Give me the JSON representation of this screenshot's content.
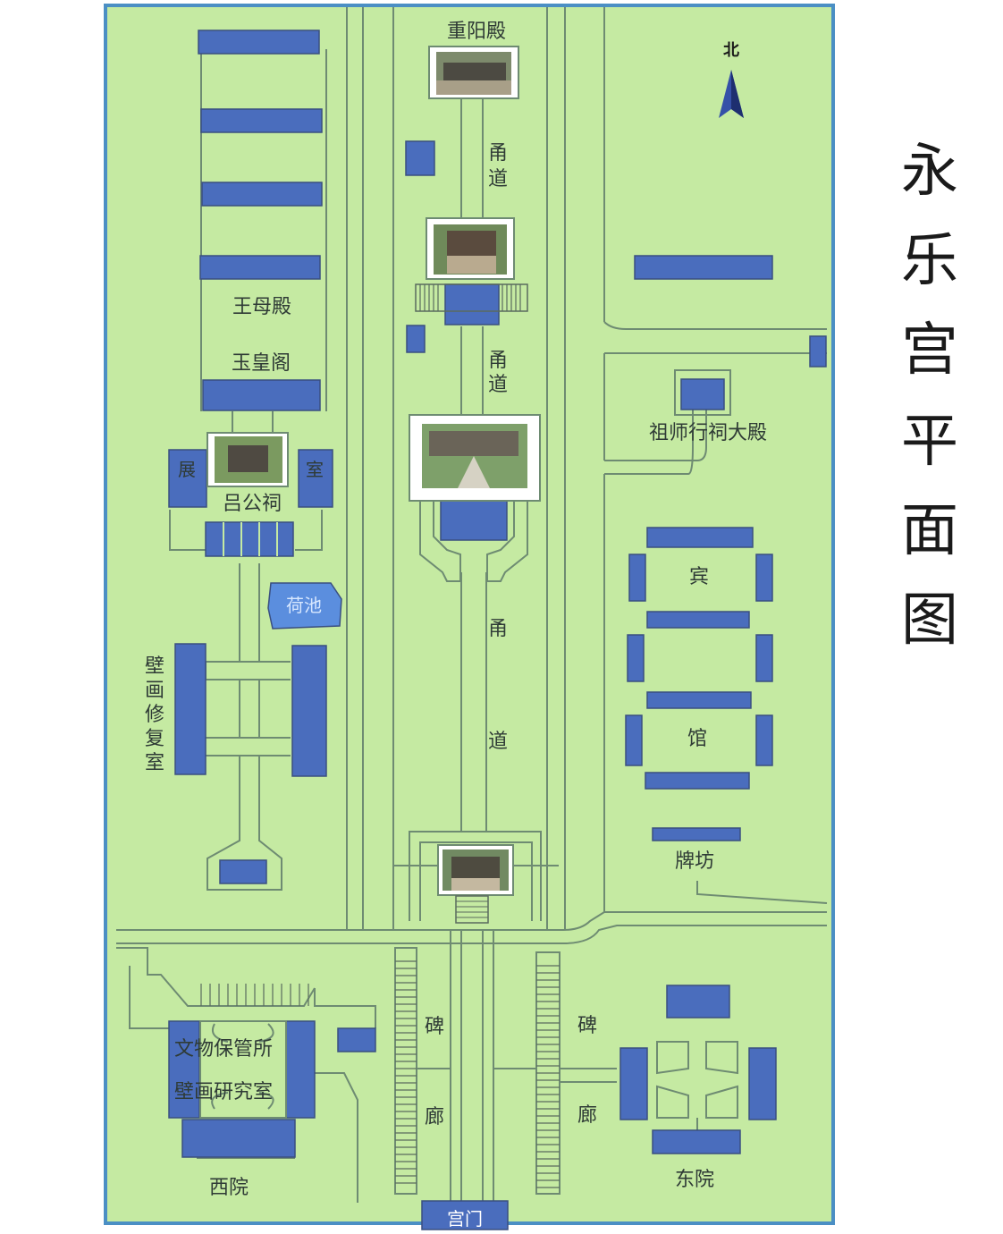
{
  "title": [
    "永",
    "乐",
    "宫",
    "平",
    "面",
    "图"
  ],
  "north_label": "北",
  "colors": {
    "ground": "#c5eaa2",
    "building": "#4a6dbd",
    "border": "#4b8fc4",
    "line": "#6e8b72"
  },
  "labels": {
    "chongyang": "重阳殿",
    "yongdao": [
      "甬",
      "道"
    ],
    "wangmu": "王母殿",
    "yuhuang": "玉皇阁",
    "zhan": "展",
    "shi": "室",
    "lvgong": "吕公祠",
    "hechi": "荷池",
    "bihua_repair": [
      "壁",
      "画",
      "修",
      "复",
      "室"
    ],
    "zushi": "祖师行祠大殿",
    "bin": "宾",
    "guan": "馆",
    "paifang": "牌坊",
    "bei": "碑",
    "lang": "廊",
    "wenwu": "文物保管所",
    "bihua_research": "壁画研究室",
    "xiyuan": "西院",
    "dongyuan": "东院",
    "gongmen": "宫门"
  }
}
